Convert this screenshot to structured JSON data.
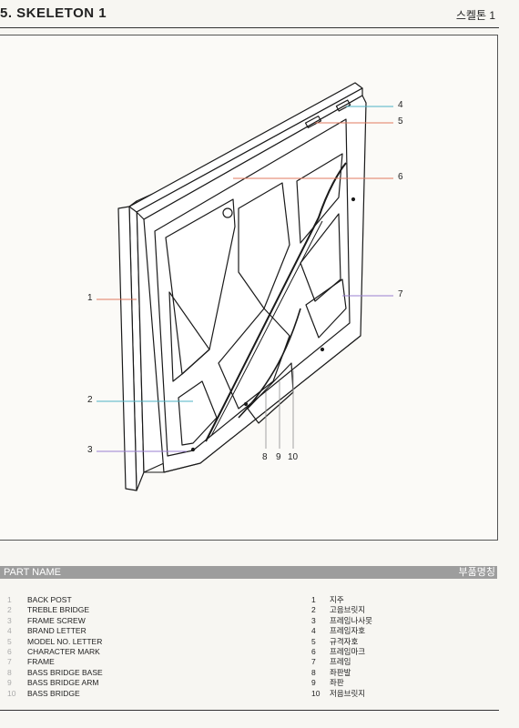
{
  "header": {
    "title": "5. SKELETON 1",
    "right": "스켈톤 1"
  },
  "callouts": [
    "1",
    "2",
    "3",
    "4",
    "5",
    "6",
    "7",
    "8",
    "9",
    "10"
  ],
  "parts_heading": {
    "left": "PART NAME",
    "right": "부품명칭"
  },
  "parts_en": [
    {
      "num": "1",
      "label": "BACK POST"
    },
    {
      "num": "2",
      "label": "TREBLE BRIDGE"
    },
    {
      "num": "3",
      "label": "FRAME SCREW"
    },
    {
      "num": "4",
      "label": "BRAND LETTER"
    },
    {
      "num": "5",
      "label": "MODEL NO. LETTER"
    },
    {
      "num": "6",
      "label": "CHARACTER MARK"
    },
    {
      "num": "7",
      "label": "FRAME"
    },
    {
      "num": "8",
      "label": "BASS BRIDGE BASE"
    },
    {
      "num": "9",
      "label": "BASS BRIDGE ARM"
    },
    {
      "num": "10",
      "label": "BASS BRIDGE"
    }
  ],
  "parts_ko": [
    {
      "num": "1",
      "label": "지주"
    },
    {
      "num": "2",
      "label": "고음브릿지"
    },
    {
      "num": "3",
      "label": "프레임나사못"
    },
    {
      "num": "4",
      "label": "프레임자호"
    },
    {
      "num": "5",
      "label": "규격자호"
    },
    {
      "num": "6",
      "label": "프레임마크"
    },
    {
      "num": "7",
      "label": "프레임"
    },
    {
      "num": "8",
      "label": "좌판발"
    },
    {
      "num": "9",
      "label": "좌판"
    },
    {
      "num": "10",
      "label": "저음브릿지"
    }
  ],
  "colors": {
    "callout_1": "#e07a5f",
    "callout_2": "#4cb3c4",
    "callout_3": "#9a7fd1",
    "callout_4": "#4cb3c4",
    "callout_5": "#e07a5f",
    "callout_6": "#e07a5f",
    "callout_7": "#9a7fd1",
    "callout_8_10": "#999999"
  }
}
